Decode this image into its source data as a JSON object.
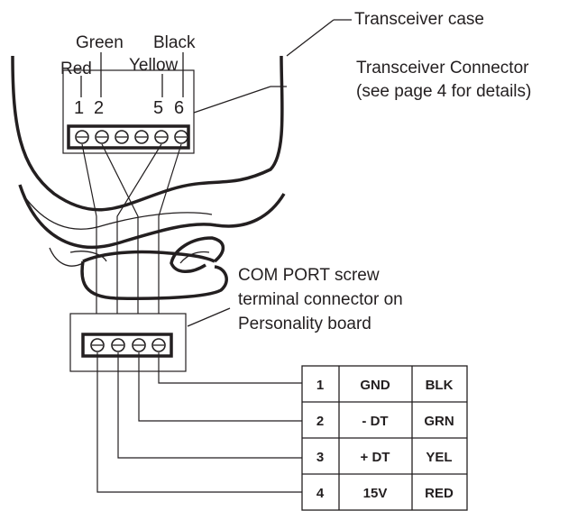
{
  "callouts": {
    "transceiver_case": "Transceiver case",
    "connector_line1": "Transceiver Connector",
    "connector_line2": "(see page 4 for details)",
    "com_port_line1": "COM PORT screw",
    "com_port_line2": "terminal connector on",
    "com_port_line3": "Personality board"
  },
  "wire_colors": {
    "green": "Green",
    "black": "Black",
    "red": "Red",
    "yellow": "Yellow"
  },
  "connector_pins": [
    "1",
    "2",
    "5",
    "6"
  ],
  "pinout_table": [
    {
      "pin": "1",
      "signal": "GND",
      "color": "BLK"
    },
    {
      "pin": "2",
      "signal": "- DT",
      "color": "GRN"
    },
    {
      "pin": "3",
      "signal": "+ DT",
      "color": "YEL"
    },
    {
      "pin": "4",
      "signal": "15V",
      "color": "RED"
    }
  ]
}
